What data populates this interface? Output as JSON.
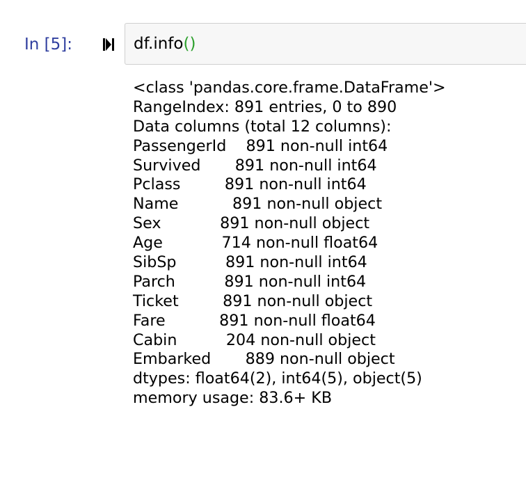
{
  "cell": {
    "prompt": "In [5]:",
    "run_icon": "run-cell-icon",
    "code": {
      "text": "df.info",
      "parens": "()"
    },
    "output_lines": [
      "<class 'pandas.core.frame.DataFrame'>",
      "RangeIndex: 891 entries, 0 to 890",
      "Data columns (total 12 columns):",
      "PassengerId    891 non-null int64",
      "Survived       891 non-null int64",
      "Pclass         891 non-null int64",
      "Name           891 non-null object",
      "Sex            891 non-null object",
      "Age            714 non-null float64",
      "SibSp          891 non-null int64",
      "Parch          891 non-null int64",
      "Ticket         891 non-null object",
      "Fare           891 non-null float64",
      "Cabin          204 non-null object",
      "Embarked       889 non-null object",
      "dtypes: float64(2), int64(5), object(5)",
      "memory usage: 83.6+ KB"
    ]
  },
  "colors": {
    "prompt": "#303f9f",
    "paren": "#2ca02c",
    "input_bg": "#f7f7f7",
    "input_border": "#cfcfcf"
  }
}
